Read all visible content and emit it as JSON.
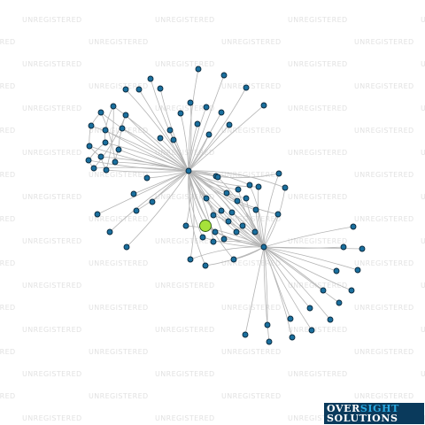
{
  "watermark": {
    "text": "UNREGISTERED"
  },
  "logo": {
    "word1a": "OVER",
    "word1b": "SIGHT",
    "word2": "SOLUTIONS"
  },
  "colors": {
    "edge": "#b4b4b4",
    "node_fill": "#1a6f9e",
    "node_stroke": "#0c2a3e",
    "highlight_fill": "#a6e23a",
    "highlight_stroke": "#2c5a10"
  }
}
